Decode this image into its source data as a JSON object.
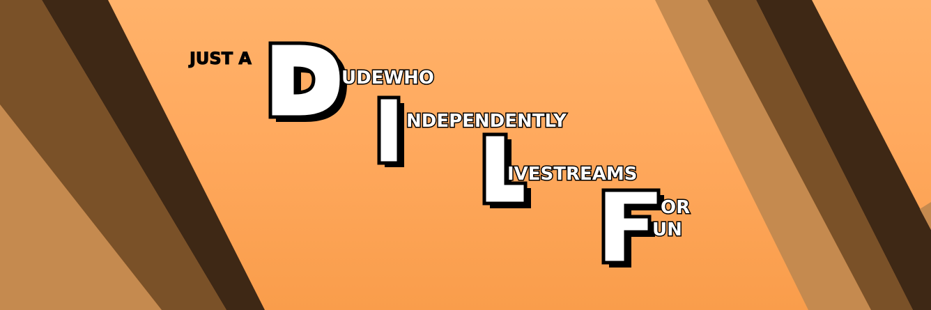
{
  "banner": {
    "lead": "JUST A",
    "colors": {
      "background_top": "#ffb26a",
      "background_bottom": "#f99d4b",
      "stripe_dark": "#3e2815",
      "stripe_mid": "#7a5128",
      "stripe_light": "#c58a4f",
      "letter_fill": "#ffffff",
      "outline": "#000000"
    },
    "acronym": [
      {
        "letter": "D",
        "rest": "UDEWHO"
      },
      {
        "letter": "I",
        "rest": "NDEPENDENTLY"
      },
      {
        "letter": "L",
        "rest": "IVESTREAMS"
      },
      {
        "letter": "F",
        "rest_line1": "OR",
        "rest_line2": "UN"
      }
    ]
  }
}
